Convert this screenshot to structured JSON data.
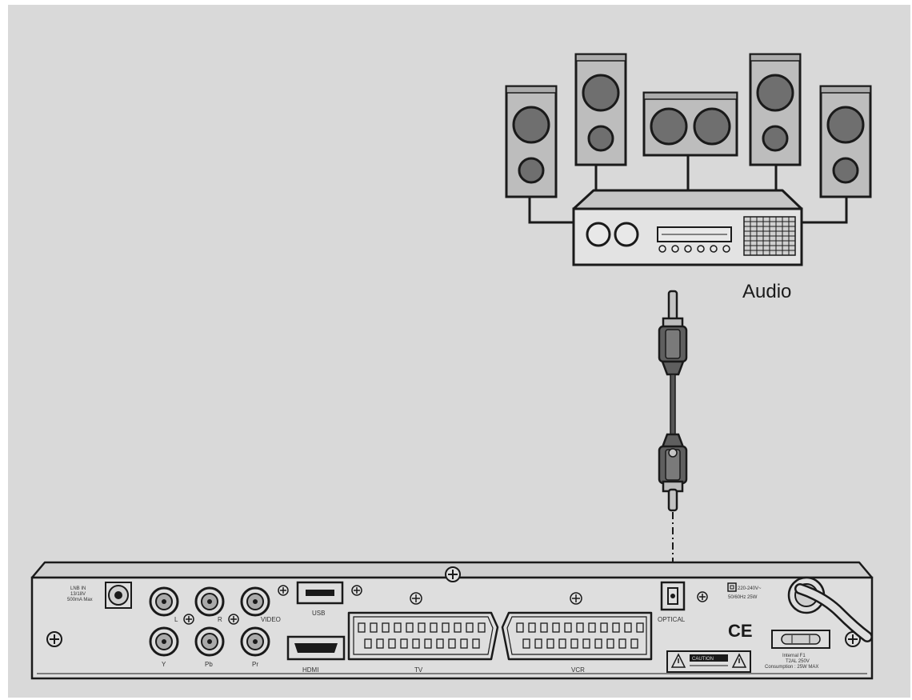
{
  "labels": {
    "audio": "Audio",
    "lnb_in": "LNB IN",
    "lnb_volt": "13/18V",
    "lnb_current": "500mA Max",
    "audio_l": "L",
    "audio_r": "R",
    "video": "VIDEO",
    "comp_y": "Y",
    "comp_pb": "Pb",
    "comp_pr": "Pr",
    "usb": "USB",
    "hdmi": "HDMI",
    "tv": "TV",
    "vcr": "VCR",
    "optical": "OPTICAL",
    "power_voltage": "220-240V~",
    "power_freq": "50/60Hz 25W",
    "ce": "CE",
    "caution": "CAUTION",
    "fuse_1": "Internal F1",
    "fuse_2": "T2AL 250V",
    "fuse_3": "Consumption : 25W MAX"
  },
  "colors": {
    "background": "#d9d9d9",
    "device_fill": "#dedede",
    "speaker_fill": "#bdbdbd",
    "driver_fill": "#6f6f6f",
    "outline": "#1a1a1a"
  },
  "icons": [
    "speaker-icon",
    "amplifier-icon",
    "rca-plug-icon",
    "scart-connector-icon",
    "screw-icon",
    "warning-triangle-icon"
  ]
}
